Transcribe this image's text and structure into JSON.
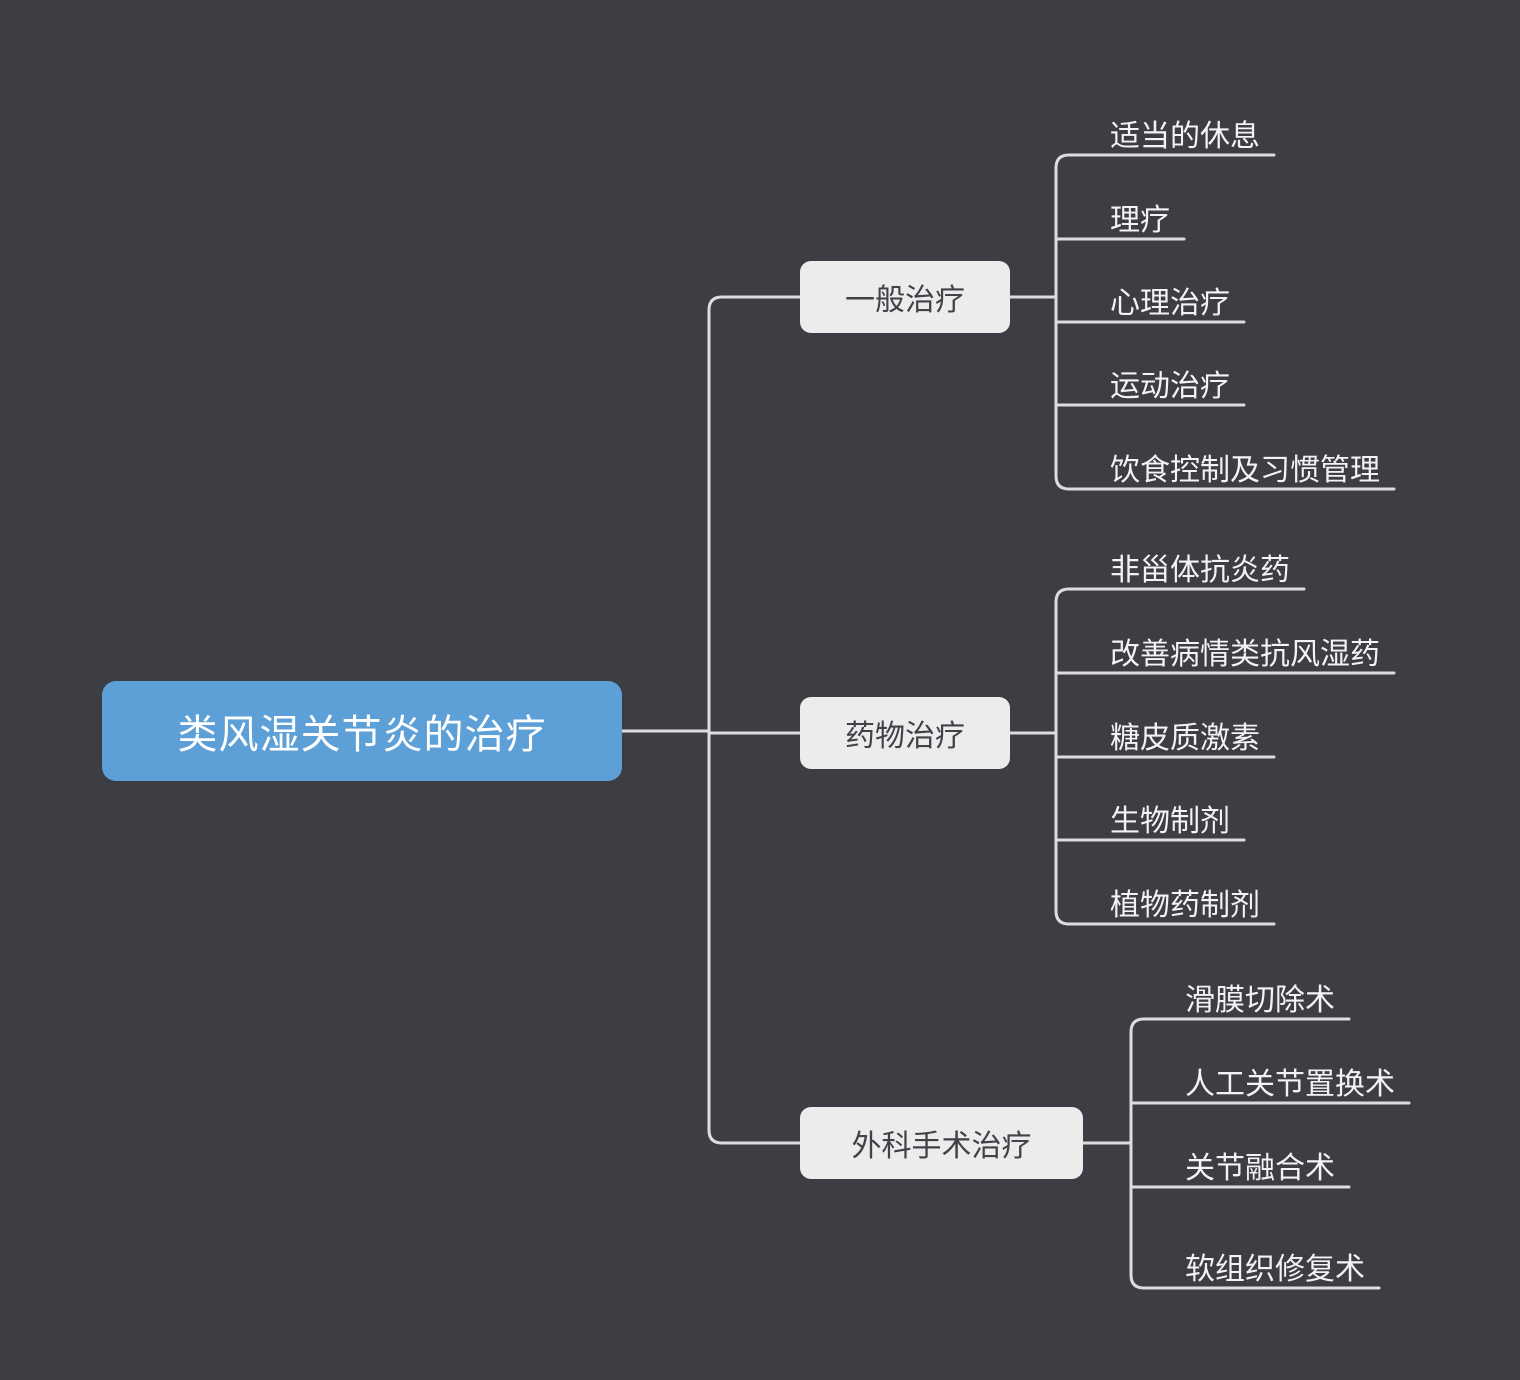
{
  "diagram": {
    "kind": "mind-map",
    "background_color": "#3c3e44",
    "connector_color": "#dcdddf",
    "root": {
      "label": "类风湿关节炎的治疗",
      "fill_color": "#5da0d8",
      "text_color": "#ffffff"
    },
    "branch_fill_color": "#ececed",
    "branch_text_color": "#3f4246",
    "leaf_text_color": "#f2f3f4",
    "branches": [
      {
        "label": "一般治疗",
        "leaves": [
          {
            "label": "适当的休息"
          },
          {
            "label": "理疗"
          },
          {
            "label": "心理治疗"
          },
          {
            "label": "运动治疗"
          },
          {
            "label": "饮食控制及习惯管理"
          }
        ]
      },
      {
        "label": "药物治疗",
        "leaves": [
          {
            "label": "非甾体抗炎药"
          },
          {
            "label": "改善病情类抗风湿药"
          },
          {
            "label": "糖皮质激素"
          },
          {
            "label": "生物制剂"
          },
          {
            "label": "植物药制剂"
          }
        ]
      },
      {
        "label": "外科手术治疗",
        "leaves": [
          {
            "label": "滑膜切除术"
          },
          {
            "label": "人工关节置换术"
          },
          {
            "label": "关节融合术"
          },
          {
            "label": "软组织修复术"
          }
        ]
      }
    ]
  }
}
